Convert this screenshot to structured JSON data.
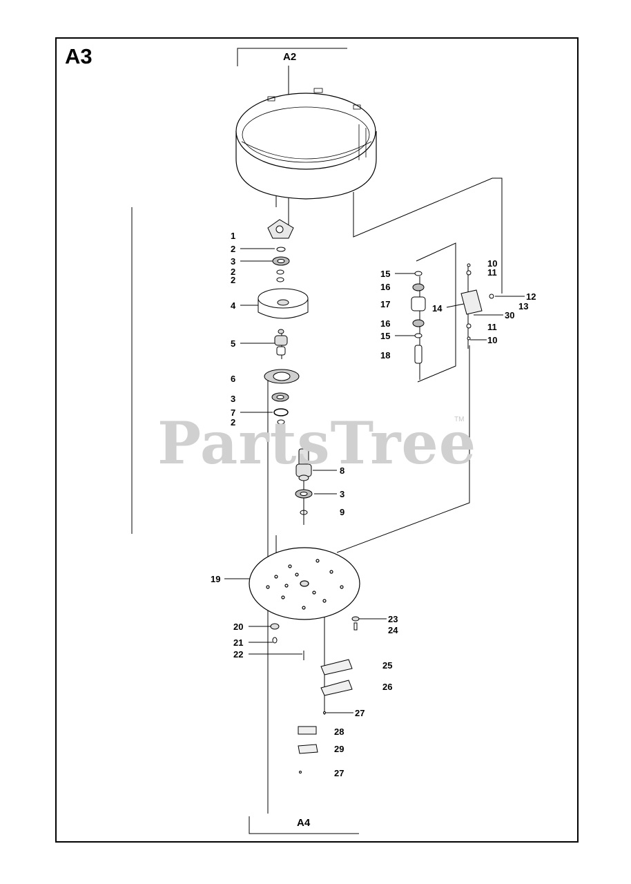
{
  "sheet": {
    "id": "A3",
    "ref_top": "A2",
    "ref_bottom": "A4"
  },
  "watermark": {
    "text": "PartsTree",
    "tm": "TM"
  },
  "parts": [
    {
      "no": "1"
    },
    {
      "no": "2"
    },
    {
      "no": "3"
    },
    {
      "no": "2"
    },
    {
      "no": "2"
    },
    {
      "no": "4"
    },
    {
      "no": "5"
    },
    {
      "no": "6"
    },
    {
      "no": "3"
    },
    {
      "no": "7"
    },
    {
      "no": "2"
    },
    {
      "no": "8"
    },
    {
      "no": "3"
    },
    {
      "no": "9"
    },
    {
      "no": "10"
    },
    {
      "no": "11"
    },
    {
      "no": "15"
    },
    {
      "no": "16"
    },
    {
      "no": "12"
    },
    {
      "no": "13"
    },
    {
      "no": "14"
    },
    {
      "no": "17"
    },
    {
      "no": "30"
    },
    {
      "no": "16"
    },
    {
      "no": "11"
    },
    {
      "no": "15"
    },
    {
      "no": "10"
    },
    {
      "no": "18"
    },
    {
      "no": "19"
    },
    {
      "no": "23"
    },
    {
      "no": "24"
    },
    {
      "no": "20"
    },
    {
      "no": "21"
    },
    {
      "no": "22"
    },
    {
      "no": "25"
    },
    {
      "no": "26"
    },
    {
      "no": "27"
    },
    {
      "no": "28"
    },
    {
      "no": "29"
    },
    {
      "no": "27"
    }
  ],
  "colors": {
    "line": "#000000",
    "part_fill": "#ffffff",
    "part_shade": "#bdbdbd",
    "watermark": "#d0d0d0"
  }
}
